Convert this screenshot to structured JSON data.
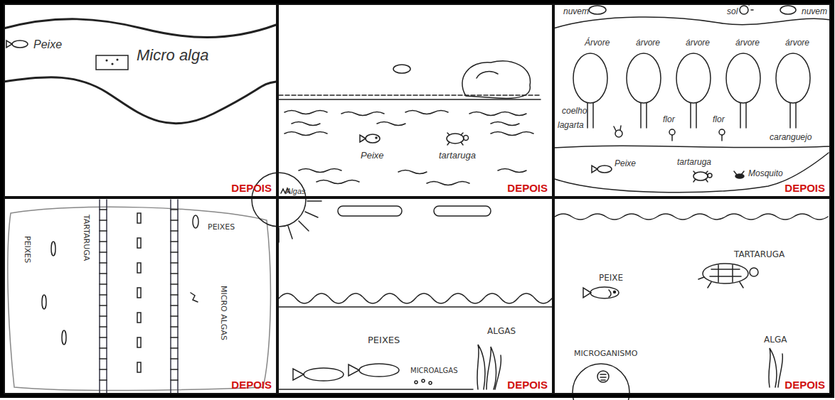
{
  "diagram": {
    "nodes": [
      {
        "text": [
          "Peixe",
          "Micro alga",
          "DEPOIS"
        ]
      },
      {
        "text": [
          "Peixe",
          "tartaruga",
          "Algas",
          "DEPOIS"
        ]
      },
      {
        "text": [
          "nuvem",
          "sol",
          "nuvem",
          "Árvore",
          "árvore",
          "árvore",
          "árvore",
          "árvore",
          "coelho",
          "lagarta",
          "flor",
          "flor",
          "caranguejo",
          "Peixe",
          "tartaruga",
          "Mosquito",
          "DEPOIS"
        ]
      },
      {
        "text": [
          "TARTARUGA",
          "PEIXES",
          "PEIXES",
          "MICRO ALGAS",
          "DEPOIS"
        ]
      },
      {
        "text": [
          "PEIXES",
          "MICROALGAS",
          "ALGAS",
          "DEPOIS"
        ]
      },
      {
        "text": [
          "PEIXE",
          "TARTARUGA",
          "MICROGANISMO",
          "ALGA",
          "DEPOIS"
        ]
      }
    ]
  }
}
